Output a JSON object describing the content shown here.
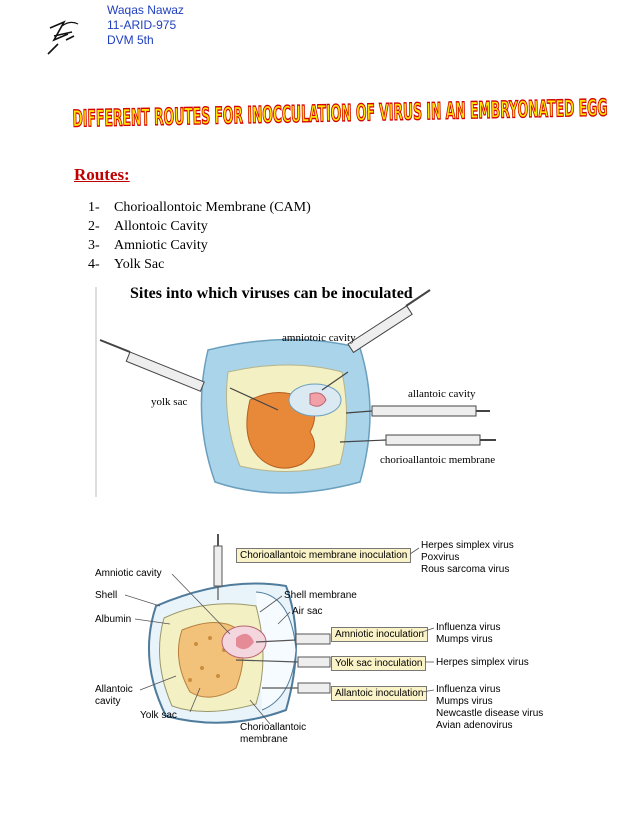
{
  "author": {
    "name": "Waqas Nawaz",
    "id": "11-ARID-975",
    "program": "DVM 5th"
  },
  "banner_title": "DIFFERENT ROUTES FOR INOCCULATION OF VIRUS IN AN EMBRYONATED EGG",
  "routes": {
    "heading": "Routes:",
    "items": [
      {
        "num": "1-",
        "text": "Chorioallontoic Membrane (CAM)"
      },
      {
        "num": "2-",
        "text": "Allontoic Cavity"
      },
      {
        "num": "3-",
        "text": "Amniotic Cavity"
      },
      {
        "num": "4-",
        "text": "Yolk Sac"
      }
    ]
  },
  "figure1": {
    "title": "Sites into which viruses can be inoculated",
    "labels": {
      "amniotic": "amniotoic cavity",
      "yolk": "yolk sac",
      "allantoic": "allantoic cavity",
      "cam": "chorioallantoic membrane"
    }
  },
  "figure2": {
    "labels": {
      "amniotic_cavity": "Amniotic cavity",
      "shell": "Shell",
      "albumin": "Albumin",
      "allantoic_cavity_1": "Allantoic",
      "allantoic_cavity_2": "cavity",
      "yolk_sac": "Yolk sac",
      "cam_1": "Chorioallantoic",
      "cam_2": "membrane",
      "shell_membrane": "Shell membrane",
      "air_sac": "Air sac"
    },
    "inoculations": [
      {
        "label": "Chorioallantoic membrane inoculation",
        "viruses": [
          "Herpes simplex virus",
          "Poxvirus",
          "Rous sarcoma virus"
        ]
      },
      {
        "label": "Amniotic inoculation",
        "viruses": [
          "Influenza virus",
          "Mumps virus"
        ]
      },
      {
        "label": "Yolk sac inoculation",
        "viruses": [
          "Herpes simplex virus"
        ]
      },
      {
        "label": "Allantoic inoculation",
        "viruses": [
          "Influenza virus",
          "Mumps virus",
          "Newcastle disease virus",
          "Avian adenovirus"
        ]
      }
    ]
  },
  "colors": {
    "author_text": "#1f3fbf",
    "heading_red": "#c00000",
    "banner_fill": "#ffe600",
    "banner_outline": "#d40000",
    "yolk_orange": "#e8893a",
    "albumin_cream": "#f3f0c4",
    "egg_blue": "#a9d4ea",
    "box_yellow": "#fbf3c8"
  }
}
